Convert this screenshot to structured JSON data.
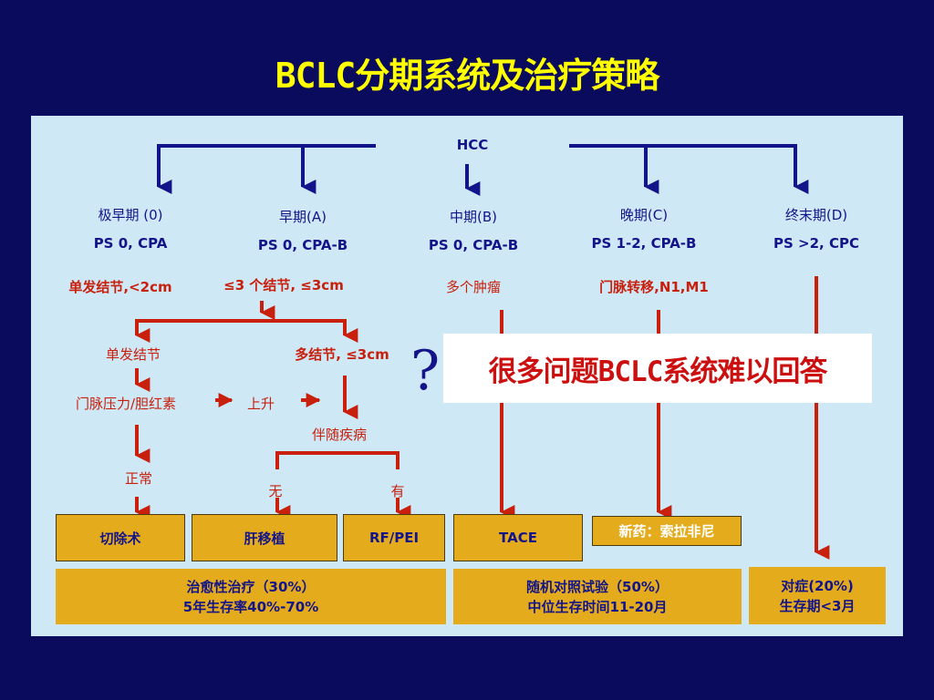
{
  "title": "BCLC分期系统及治疗策略",
  "colors": {
    "background": "#0b0b5e",
    "panel": "#cfe8f6",
    "title": "#ffff00",
    "box": "#e4ac1c",
    "arrow_blue": "#14148a",
    "arrow_red": "#c8200c"
  },
  "root": "HCC",
  "stages": [
    {
      "name": "极早期 (0)",
      "ps": "PS 0, CPA"
    },
    {
      "name": "早期(A)",
      "ps": "PS 0, CPA-B"
    },
    {
      "name": "中期(B)",
      "ps": "PS 0, CPA-B"
    },
    {
      "name": "晚期(C)",
      "ps": "PS 1-2, CPA-B"
    },
    {
      "name": "终末期(D)",
      "ps": "PS >2, CPC"
    }
  ],
  "conditions": {
    "very_early": "单发结节,<2cm",
    "early": "≤3 个结节, ≤3cm",
    "intermediate": "多个肿瘤",
    "advanced": "门脉转移,N1,M1"
  },
  "flow": {
    "single_nodule": "单发结节",
    "multi_nodule": "多结节, ≤3cm",
    "portal_pressure": "门脉压力/胆红素",
    "elevated": "上升",
    "normal": "正常",
    "comorbidity": "伴随疾病",
    "none": "无",
    "present": "有"
  },
  "treatments": {
    "resection": "切除术",
    "transplant": "肝移植",
    "rf_pei": "RF/PEI",
    "tace": "TACE",
    "new_drug": "新药：索拉非尼"
  },
  "outcomes": {
    "curative_line1": "治愈性治疗（30%）",
    "curative_line2": "5年生存率40%-70%",
    "rct_line1": "随机对照试验（50%）",
    "rct_line2": "中位生存时间11-20月",
    "symptomatic_line1": "对症(20%)",
    "symptomatic_line2": "生存期<3月"
  },
  "callout": "很多问题BCLC系统难以回答",
  "question_mark": "?"
}
